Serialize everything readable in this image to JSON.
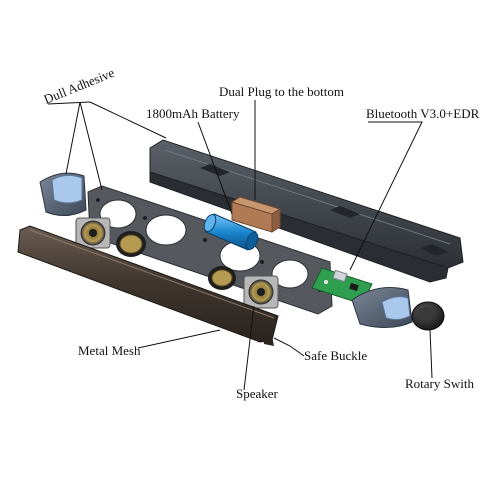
{
  "labels": {
    "dull_adhesive": "Dull Adhesive",
    "dual_plug": "Dual Plug to the bottom",
    "battery": "1800mAh Battery",
    "bluetooth": "Bluetooth V3.0+EDR",
    "metal_mesh": "Metal Mesh",
    "safe_buckle": "Safe  Buckle",
    "speaker": "Speaker",
    "rotary_switch": "Rotary Swith"
  },
  "colors": {
    "housing": "#3c4147",
    "housing_edge": "#22262a",
    "frame": "#5a5e63",
    "mesh": "#4a4038",
    "battery": "#1a86d0",
    "plug": "#b07a55",
    "pcb": "#2f9e4e",
    "end_cap": "#4f5e73",
    "end_cap_pad": "#a9c8ec",
    "speaker_cone": "#8f7a3c",
    "knob": "#2a2a2a"
  }
}
